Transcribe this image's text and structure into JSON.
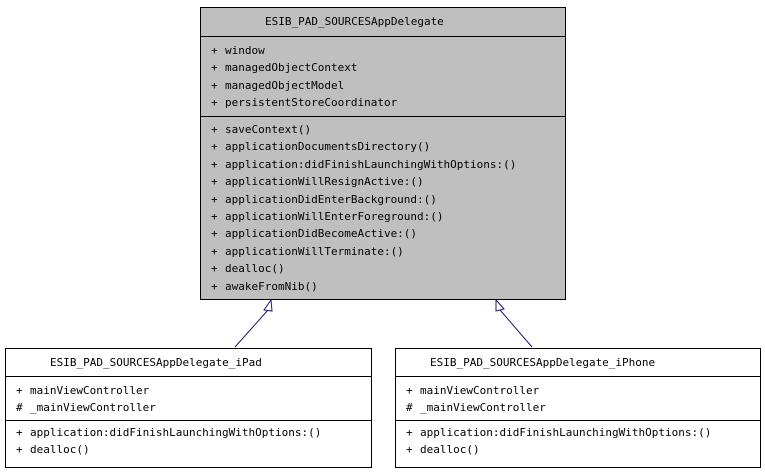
{
  "diagram": {
    "base_class": {
      "name": "ESIB_PAD_SOURCESAppDelegate",
      "attributes": [
        {
          "vis": "+",
          "text": "window"
        },
        {
          "vis": "+",
          "text": "managedObjectContext"
        },
        {
          "vis": "+",
          "text": "managedObjectModel"
        },
        {
          "vis": "+",
          "text": "persistentStoreCoordinator"
        }
      ],
      "operations": [
        {
          "vis": "+",
          "text": "saveContext()"
        },
        {
          "vis": "+",
          "text": "applicationDocumentsDirectory()"
        },
        {
          "vis": "+",
          "text": "application:didFinishLaunchingWithOptions:()"
        },
        {
          "vis": "+",
          "text": "applicationWillResignActive:()"
        },
        {
          "vis": "+",
          "text": "applicationDidEnterBackground:()"
        },
        {
          "vis": "+",
          "text": "applicationWillEnterForeground:()"
        },
        {
          "vis": "+",
          "text": "applicationDidBecomeActive:()"
        },
        {
          "vis": "+",
          "text": "applicationWillTerminate:()"
        },
        {
          "vis": "+",
          "text": "dealloc()"
        },
        {
          "vis": "+",
          "text": "awakeFromNib()"
        }
      ]
    },
    "ipad_class": {
      "name": "ESIB_PAD_SOURCESAppDelegate_iPad",
      "attributes": [
        {
          "vis": "+",
          "text": "mainViewController"
        },
        {
          "vis": "#",
          "text": "_mainViewController"
        }
      ],
      "operations": [
        {
          "vis": "+",
          "text": "application:didFinishLaunchingWithOptions:()"
        },
        {
          "vis": "+",
          "text": "dealloc()"
        }
      ]
    },
    "iphone_class": {
      "name": "ESIB_PAD_SOURCESAppDelegate_iPhone",
      "attributes": [
        {
          "vis": "+",
          "text": "mainViewController"
        },
        {
          "vis": "#",
          "text": "_mainViewController"
        }
      ],
      "operations": [
        {
          "vis": "+",
          "text": "application:didFinishLaunchingWithOptions:()"
        },
        {
          "vis": "+",
          "text": "dealloc()"
        }
      ]
    },
    "colors": {
      "base_fill": "#bfbfbf",
      "derived_fill": "#ffffff",
      "border": "#000000",
      "connector": "#191970"
    }
  }
}
